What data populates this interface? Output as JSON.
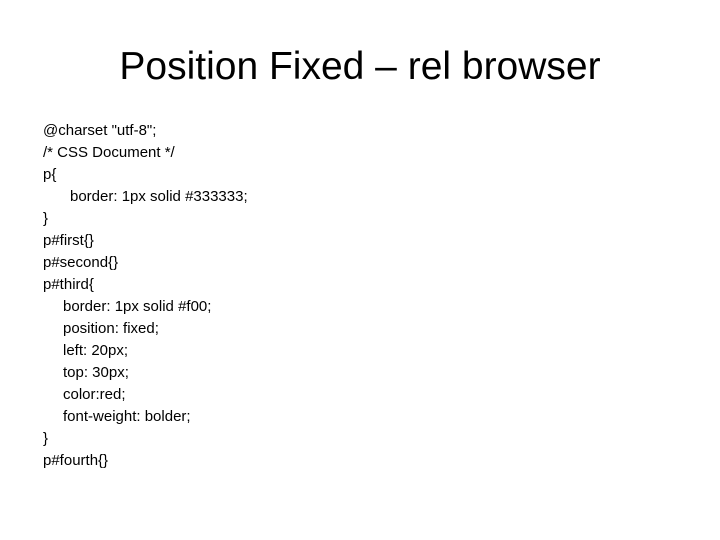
{
  "slide": {
    "title": "Position Fixed – rel browser",
    "background_color": "#ffffff",
    "text_color": "#000000"
  },
  "code": {
    "language": "css",
    "lines": [
      {
        "text": "@charset \"utf-8\";",
        "indent": 0
      },
      {
        "text": "/* CSS Document */",
        "indent": 0
      },
      {
        "text": "p{",
        "indent": 0
      },
      {
        "text": "border: 1px solid #333333;",
        "indent": 2
      },
      {
        "text": "}",
        "indent": 0
      },
      {
        "text": "p#first{}",
        "indent": 0
      },
      {
        "text": "p#second{}",
        "indent": 0
      },
      {
        "text": "p#third{",
        "indent": 0
      },
      {
        "text": "border: 1px solid #f00;",
        "indent": 1
      },
      {
        "text": "position: fixed;",
        "indent": 1
      },
      {
        "text": "left: 20px;",
        "indent": 1
      },
      {
        "text": "top: 30px;",
        "indent": 1
      },
      {
        "text": "color:red;",
        "indent": 1
      },
      {
        "text": "font-weight: bolder;",
        "indent": 1
      },
      {
        "text": "}",
        "indent": 0
      },
      {
        "text": "p#fourth{}",
        "indent": 0
      }
    ]
  }
}
